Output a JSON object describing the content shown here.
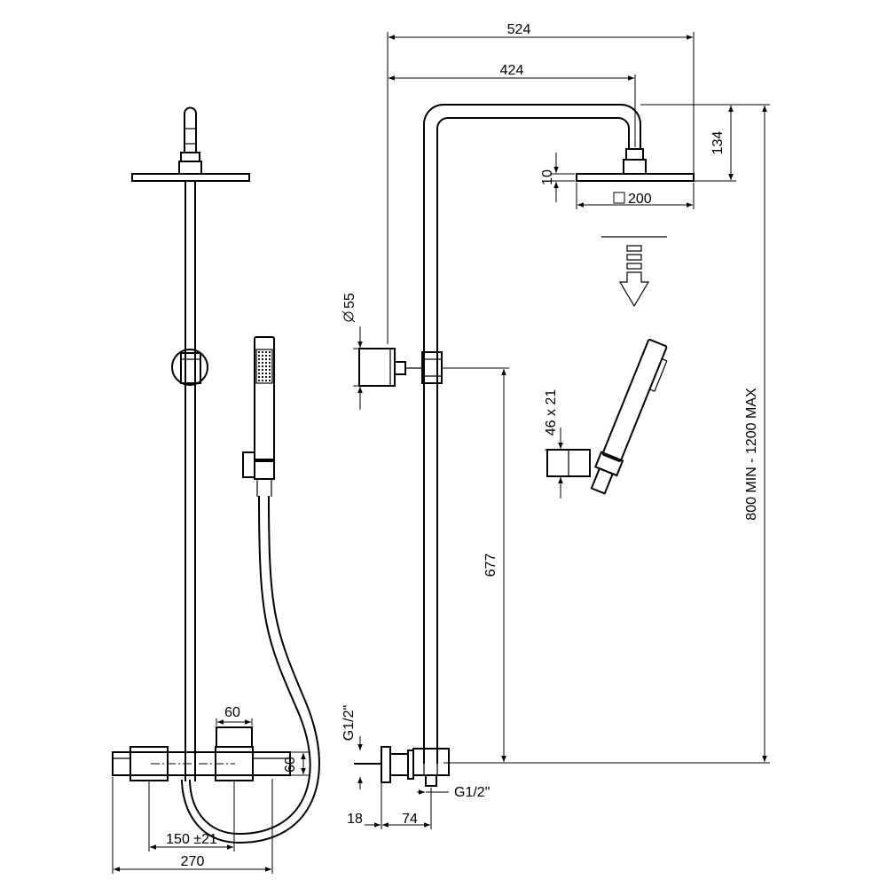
{
  "dimensions": {
    "width_total": "524",
    "arm_reach": "424",
    "head_drop": "134",
    "head_thickness": "10",
    "head_size": "200",
    "wall_bracket_dia": "55",
    "holder_size": "46 x 21",
    "bracket_height": "677",
    "height_range": "800 MIN - 1200 MAX",
    "outlet_top": "G1/2\"",
    "outlet_bottom": "G1/2\"",
    "wall_offset": "18",
    "mixer_depth": "74",
    "body_depth": "60",
    "body_height": "60",
    "inlet_spacing": "150 ±21",
    "mixer_width": "270"
  },
  "symbols": {
    "square": "□",
    "diameter": "ø"
  },
  "colors": {
    "line": "#000000",
    "background": "#ffffff"
  }
}
